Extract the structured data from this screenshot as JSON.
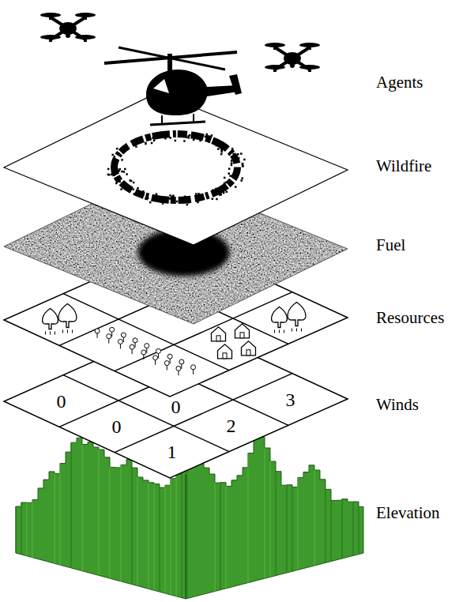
{
  "diagram": {
    "labels": [
      "Agents",
      "Wildfire",
      "Fuel",
      "Resources",
      "Winds",
      "Elevation",
      "0",
      "0",
      "3",
      "0",
      "2",
      "1"
    ]
  }
}
